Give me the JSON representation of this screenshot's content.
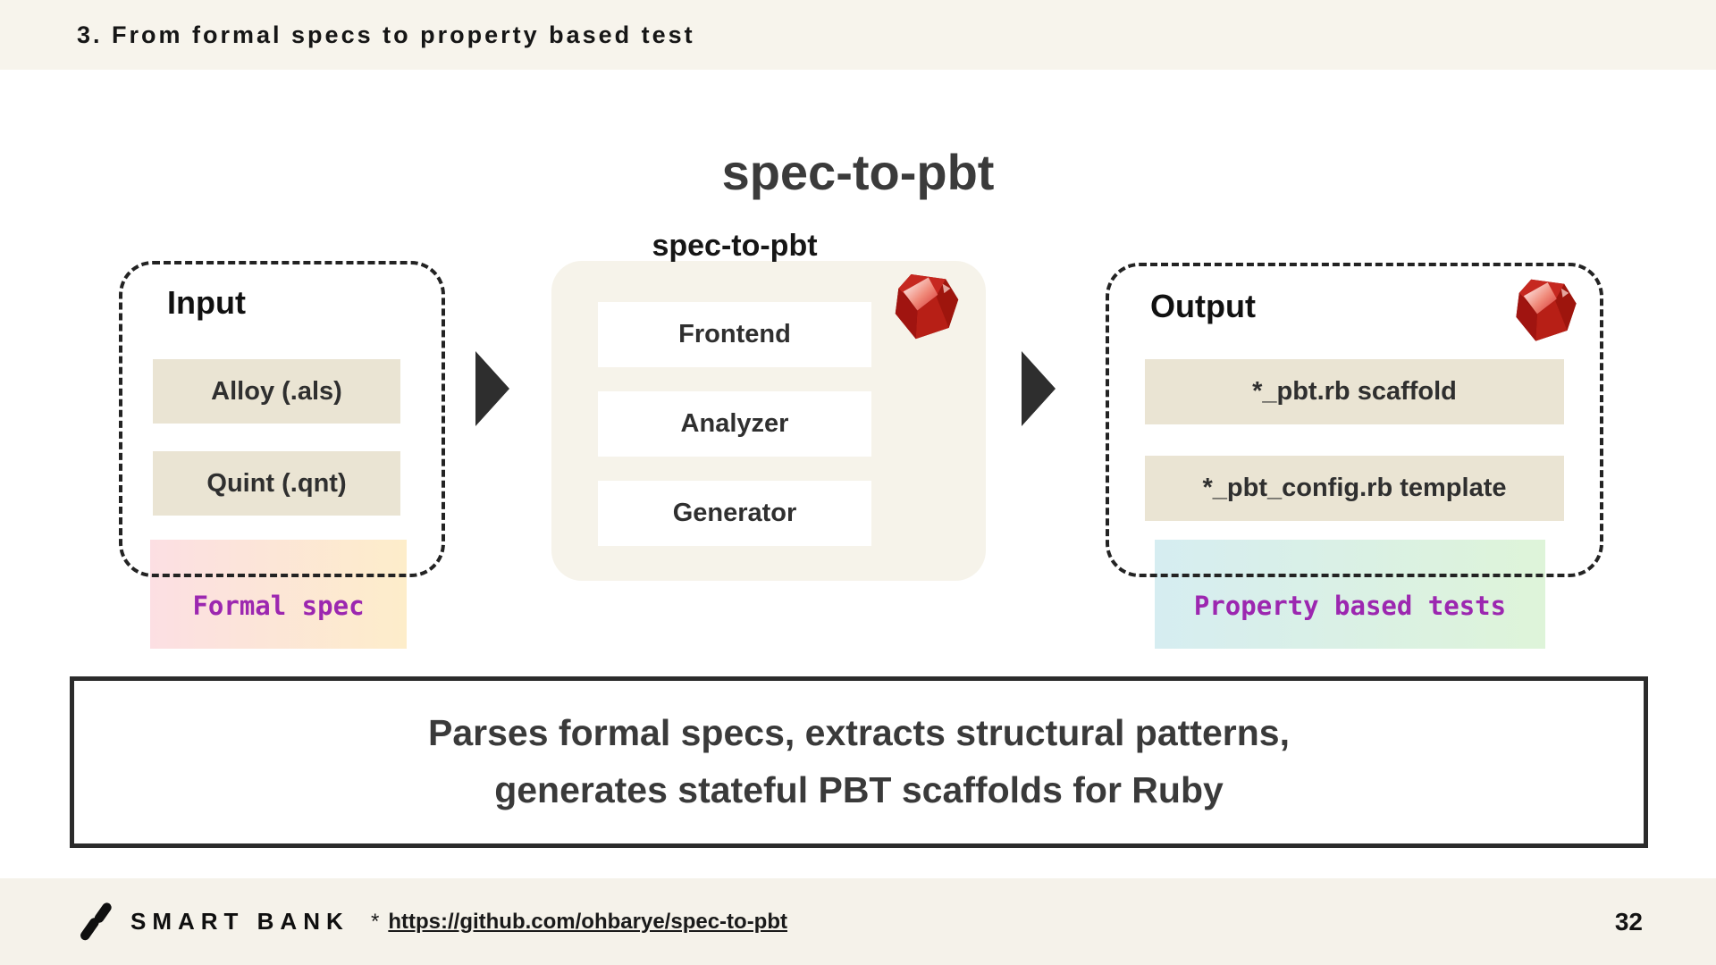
{
  "header": {
    "title": "3. From formal specs to property based test"
  },
  "hero": {
    "title": "spec-to-pbt"
  },
  "diagram": {
    "input": {
      "label": "Input",
      "items": [
        "Alloy (.als)",
        "Quint (.qnt)"
      ],
      "caption": "Formal spec"
    },
    "processor": {
      "label": "spec-to-pbt",
      "items": [
        "Frontend",
        "Analyzer",
        "Generator"
      ]
    },
    "output": {
      "label": "Output",
      "items": [
        "*_pbt.rb scaffold",
        "*_pbt_config.rb template"
      ],
      "caption": "Property based tests"
    }
  },
  "summary": {
    "line1": "Parses formal specs, extracts structural patterns,",
    "line2": "generates stateful PBT scaffolds for Ruby"
  },
  "footer": {
    "brand": "SMART BANK",
    "reference_prefix": "*",
    "reference_url": "https://github.com/ohbarye/spec-to-pbt",
    "page_number": "32"
  },
  "colors": {
    "header_bg": "#f7f4ec",
    "panel_bg": "#f6f3ea",
    "item_beige": "#eae4d3",
    "accent_purple": "#9c27b0",
    "formal_spec_gradient_start": "#fcdfe3",
    "formal_spec_gradient_end": "#fdedca",
    "pbt_gradient_start": "#d6edf1",
    "pbt_gradient_end": "#def4d9",
    "ruby_red": "#c62820",
    "arrow_dark": "#2e2e2e"
  }
}
